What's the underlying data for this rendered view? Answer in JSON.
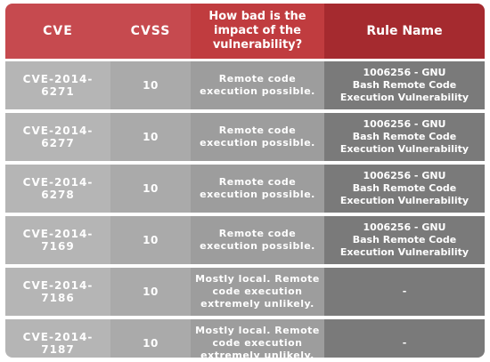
{
  "headers": {
    "cve": "CVE",
    "cvss": "CVSS",
    "impact": "How bad is the impact of the vulnerability?",
    "rule": "Rule Name"
  },
  "rows": [
    {
      "cve": "CVE-2014-6271",
      "cvss": "10",
      "impact": "Remote code execution possible.",
      "rule_id": "1006256 - GNU",
      "rule_line2": "Bash Remote Code",
      "rule_line3": "Execution Vulnerability"
    },
    {
      "cve": "CVE-2014-6277",
      "cvss": "10",
      "impact": "Remote code execution possible.",
      "rule_id": "1006256 - GNU",
      "rule_line2": "Bash Remote Code",
      "rule_line3": "Execution Vulnerability"
    },
    {
      "cve": "CVE-2014-6278",
      "cvss": "10",
      "impact": "Remote code execution possible.",
      "rule_id": "1006256 - GNU",
      "rule_line2": "Bash Remote Code",
      "rule_line3": "Execution Vulnerability"
    },
    {
      "cve": "CVE-2014-7169",
      "cvss": "10",
      "impact": "Remote code execution possible.",
      "rule_id": "1006256 - GNU",
      "rule_line2": "Bash Remote Code",
      "rule_line3": "Execution Vulnerability"
    },
    {
      "cve": "CVE-2014-7186",
      "cvss": "10",
      "impact": "Mostly local. Remote code execution extremely unlikely.",
      "rule_id": "-",
      "rule_line2": "",
      "rule_line3": ""
    },
    {
      "cve": "CVE-2014-7187",
      "cvss": "10",
      "impact": "Mostly local. Remote code execution extremely unlikely.",
      "rule_id": "-",
      "rule_line2": "",
      "rule_line3": ""
    }
  ],
  "colors": {
    "header_red": "#c64a4f",
    "header_dark_red": "#a52a2f",
    "cell_light_gray": "#b5b5b5",
    "cell_dark_gray": "#7a7a7a"
  }
}
